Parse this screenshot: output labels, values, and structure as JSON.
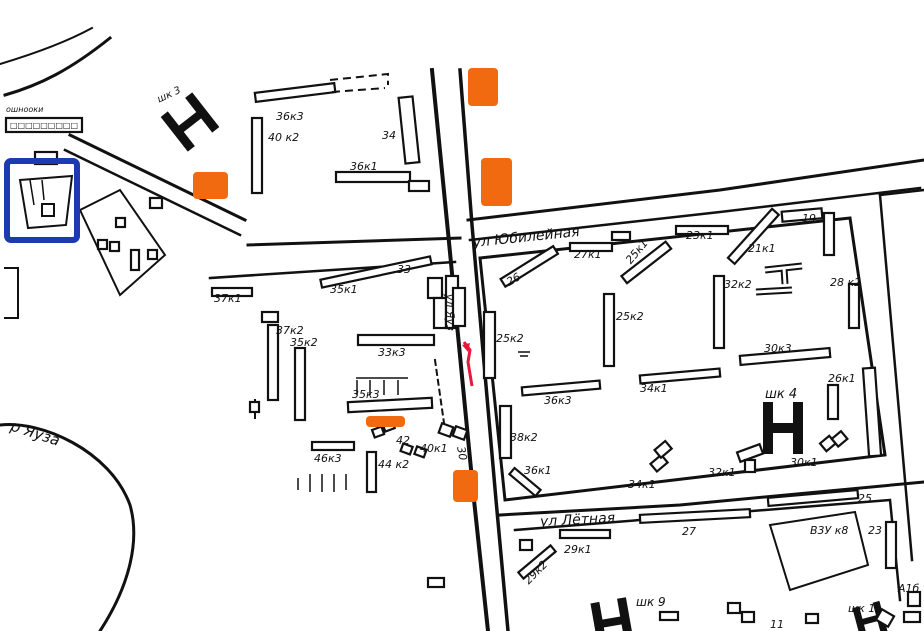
{
  "streets": {
    "yubileynaya": "ул Юбилейная",
    "letnyaya": "ул Лётная",
    "river": "р Яуза"
  },
  "schools": {
    "school_top": "шк 3",
    "school_right": "шк 4",
    "school_bottom": "шк 9",
    "school_bottom_right": "шк 1"
  },
  "buildings": {
    "b_36k3": "36к3",
    "b_40k2": "40 к2",
    "b_34": "34",
    "b_36k1": "36к1",
    "b_37k1": "37к1",
    "b_35k1": "35к1",
    "b_33": "33",
    "b_37k2": "37к2",
    "b_35k2": "35к2",
    "b_33k3": "33к3",
    "b_35k3": "35к3",
    "b_42": "42",
    "b_40k1": "40к1",
    "b_30": "30",
    "b_46k3": "46к3",
    "b_44k2": "44 к2",
    "b_25k2_left": "25к2",
    "b_38k2": "38к2",
    "b_36k1_b": "36к1",
    "b_36k3_b": "36к3",
    "b_34k1_b": "34к1",
    "b_32k1": "32к1",
    "b_30k1": "30к1",
    "b_26": "26",
    "b_27k1": "27к1",
    "b_25k1": "25к1",
    "b_23k1": "23к1",
    "b_21k1": "21к1",
    "b_19": "19",
    "b_25k2": "25к2",
    "b_32k2": "32к2",
    "b_28k2": "28 к2",
    "b_30k3": "30к3",
    "b_34k1": "34к1",
    "b_26k1": "26к1",
    "b_29k1": "29к1",
    "b_27": "27",
    "b_25": "25",
    "b_23": "23",
    "b_vzu": "В3У к8",
    "b_29k2": "29к2",
    "b_ak": "А1б",
    "b_11": "11"
  },
  "colors": {
    "ink": "#111111",
    "marker_orange": "#f26a10",
    "marker_blue": "#1d3bb0",
    "accent_red": "#e8183c"
  },
  "icons": {
    "school": "school-h-icon",
    "marker": "orange-marker-icon",
    "highlight": "blue-selection-icon"
  }
}
